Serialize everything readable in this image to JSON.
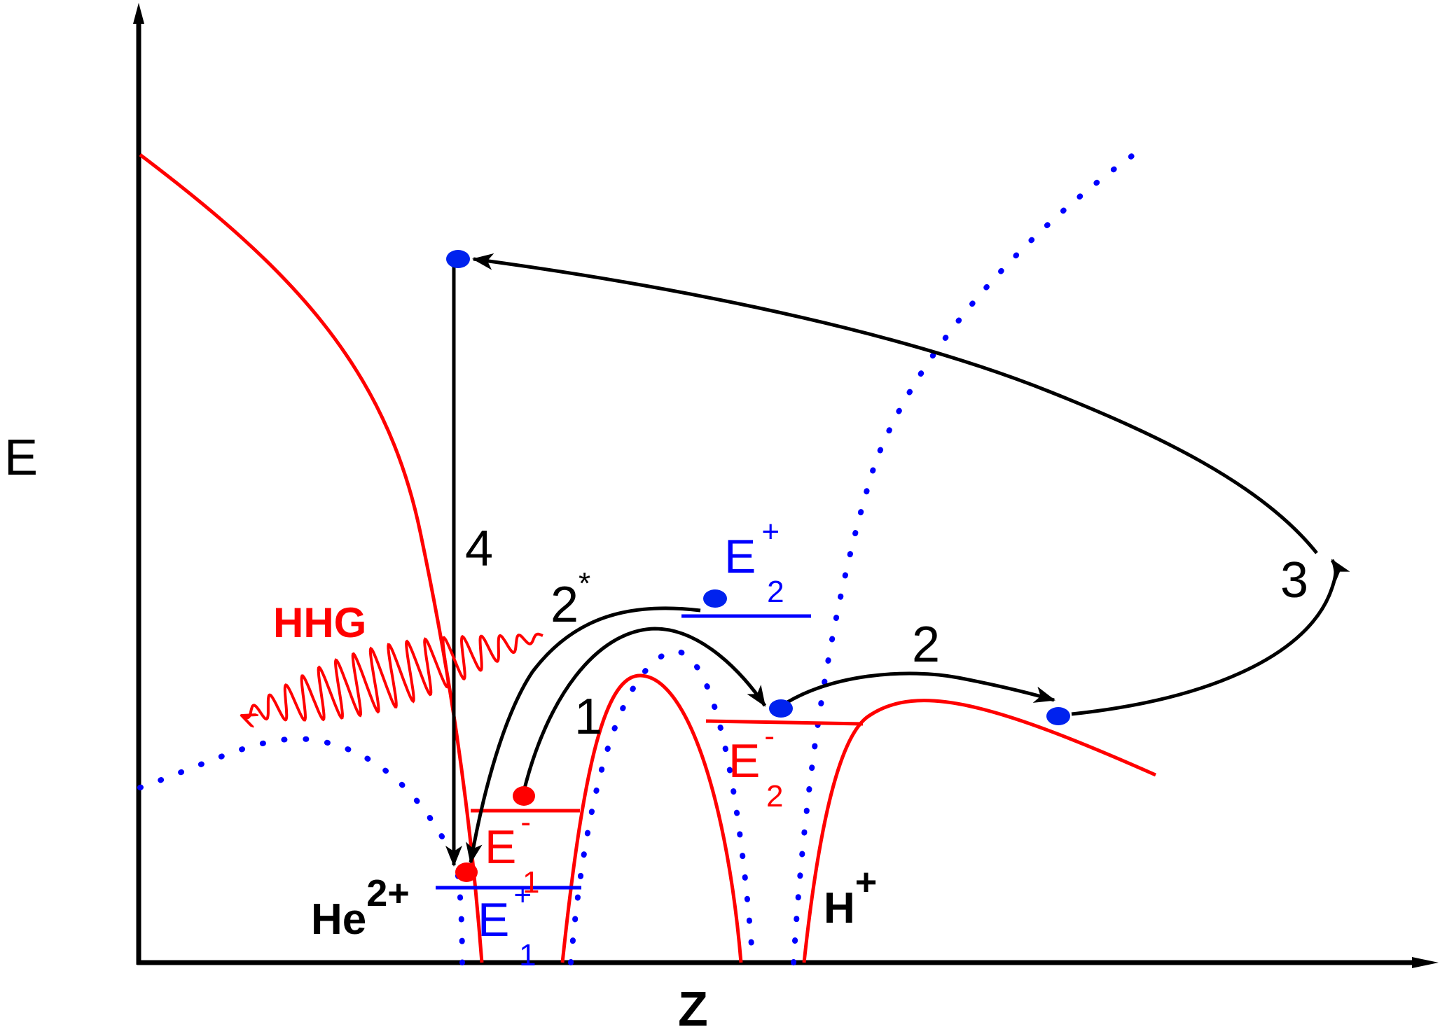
{
  "axes": {
    "y_label": "E",
    "x_label": "Z"
  },
  "labels": {
    "hhg": "HHG",
    "step_1": "1",
    "step_2": "2",
    "step_2_star_base": "2",
    "step_2_star_sup": "*",
    "step_3": "3",
    "step_4": "4",
    "he_base": "He",
    "he_charge": "2+",
    "h_base": "H",
    "h_charge": "+"
  },
  "levels": {
    "e1_minus": {
      "base": "E",
      "sup": "-",
      "sub": "1"
    },
    "e1_plus": {
      "base": "E",
      "sup": "+",
      "sub": "1"
    },
    "e2_minus": {
      "base": "E",
      "sup": "-",
      "sub": "2"
    },
    "e2_plus": {
      "base": "E",
      "sup": "+",
      "sub": "2"
    }
  },
  "colors": {
    "axis": "#000000",
    "red": "#ff0000",
    "blue": "#0000ff",
    "dot_blue": "#0022ee",
    "black": "#000000"
  }
}
